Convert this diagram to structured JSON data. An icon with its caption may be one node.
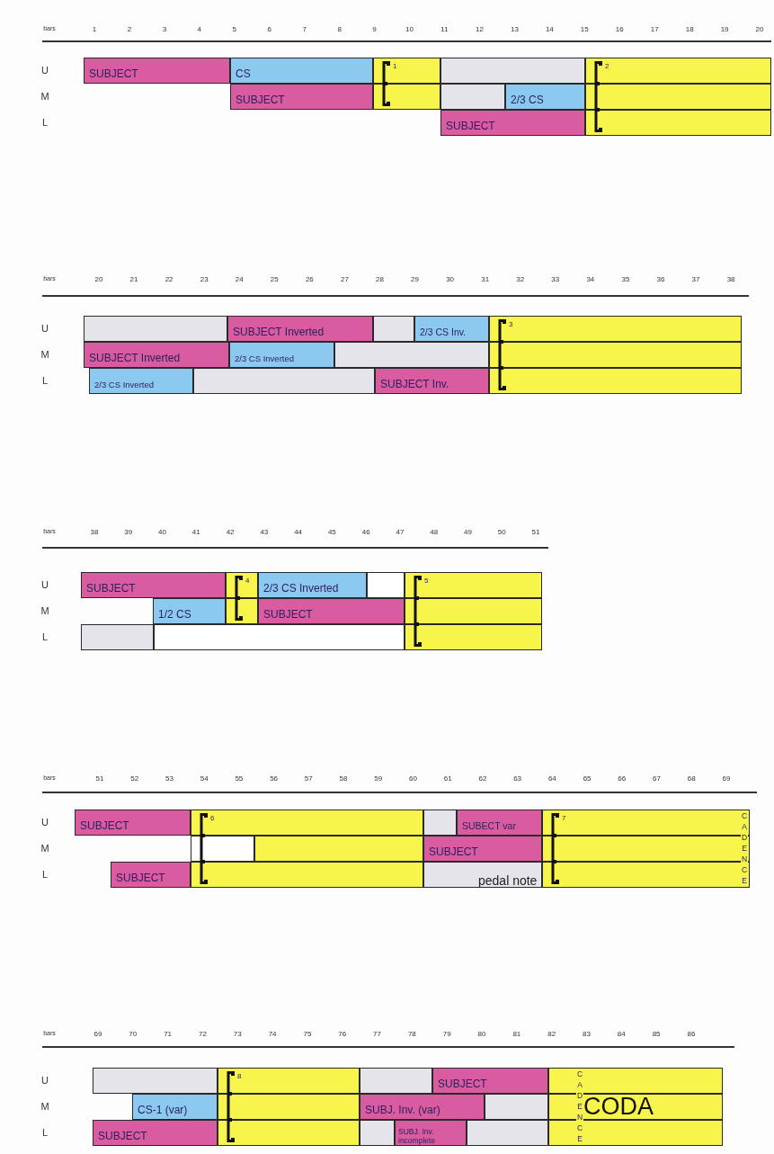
{
  "diagram": {
    "nodes": [
      {
        "text": [
          "SUBJECT"
        ]
      },
      {
        "text": [
          "CS"
        ]
      },
      {
        "text": [
          "1"
        ]
      },
      {
        "text": [],
        "shape": "box"
      },
      {
        "text": [
          "2"
        ]
      },
      {
        "text": [
          "SUBJECT"
        ]
      },
      {
        "text": [],
        "shape": "box"
      },
      {
        "text": [],
        "shape": "box"
      },
      {
        "text": [
          "2/3 CS"
        ]
      },
      {
        "text": [],
        "shape": "box"
      },
      {
        "text": [
          "SUBJECT"
        ]
      },
      {
        "text": [],
        "shape": "box"
      },
      {
        "text": [],
        "shape": "box"
      },
      {
        "text": [
          "SUBJECT Inverted"
        ]
      },
      {
        "text": [],
        "shape": "box"
      },
      {
        "text": [
          "2/3 CS Inv."
        ]
      },
      {
        "text": [
          "3"
        ]
      },
      {
        "text": [
          "SUBJECT Inverted"
        ]
      },
      {
        "text": [
          "2/3 CS Inverted"
        ]
      },
      {
        "text": [],
        "shape": "box"
      },
      {
        "text": [],
        "shape": "box"
      },
      {
        "text": [
          "2/3 CS Inverted"
        ]
      },
      {
        "text": [],
        "shape": "box"
      },
      {
        "text": [
          "SUBJECT Inv."
        ]
      },
      {
        "text": [],
        "shape": "box"
      },
      {
        "text": [
          "SUBJECT"
        ]
      },
      {
        "text": [
          "4"
        ]
      },
      {
        "text": [
          "2/3 CS Inverted"
        ]
      },
      {
        "text": [],
        "shape": "box"
      },
      {
        "text": [
          "5"
        ]
      },
      {
        "text": [
          "1/2 CS"
        ]
      },
      {
        "text": [],
        "shape": "box"
      },
      {
        "text": [
          "SUBJECT"
        ]
      },
      {
        "text": [],
        "shape": "box"
      },
      {
        "text": [],
        "shape": "box"
      },
      {
        "text": [],
        "shape": "box"
      },
      {
        "text": [],
        "shape": "box"
      },
      {
        "text": [
          "SUBJECT"
        ]
      },
      {
        "text": [
          "6"
        ]
      },
      {
        "text": [],
        "shape": "box"
      },
      {
        "text": [
          "SUBECT var"
        ]
      },
      {
        "text": [
          "7"
        ]
      },
      {
        "text": [],
        "shape": "box"
      },
      {
        "text": [],
        "shape": "box"
      },
      {
        "text": [
          "SUBJECT"
        ]
      },
      {
        "text": [],
        "shape": "box"
      },
      {
        "text": [
          "SUBJECT"
        ]
      },
      {
        "text": [],
        "shape": "box"
      },
      {
        "text": [],
        "shape": "box"
      },
      {
        "text": [],
        "shape": "box"
      },
      {
        "text": [],
        "shape": "box"
      },
      {
        "text": [
          "8"
        ]
      },
      {
        "text": [],
        "shape": "box"
      },
      {
        "text": [
          "SUBJECT"
        ]
      },
      {
        "text": [],
        "shape": "box"
      },
      {
        "text": [
          "CS-1 (var)"
        ]
      },
      {
        "text": [],
        "shape": "box"
      },
      {
        "text": [
          "SUBJ. Inv. (var)"
        ]
      },
      {
        "text": [],
        "shape": "box"
      },
      {
        "text": [
          "CODA"
        ]
      },
      {
        "text": [
          "SUBJECT"
        ]
      },
      {
        "text": [],
        "shape": "box"
      },
      {
        "text": [],
        "shape": "box"
      },
      {
        "text": [
          "SUBJ. Inv. incomplete"
        ]
      },
      {
        "text": [],
        "shape": "box"
      },
      {
        "text": [],
        "shape": "box"
      }
    ],
    "labels": [
      "bars",
      "1",
      "2",
      "3",
      "4",
      "5",
      "6",
      "7",
      "8",
      "9",
      "10",
      "11",
      "12",
      "13",
      "14",
      "15",
      "16",
      "17",
      "18",
      "19",
      "20",
      "U",
      "M",
      "L",
      "bars",
      "20",
      "21",
      "22",
      "23",
      "24",
      "25",
      "26",
      "27",
      "28",
      "29",
      "30",
      "31",
      "32",
      "33",
      "34",
      "35",
      "36",
      "37",
      "38",
      "U",
      "M",
      "L",
      "bars",
      "38",
      "39",
      "40",
      "41",
      "42",
      "43",
      "44",
      "45",
      "46",
      "47",
      "48",
      "49",
      "50",
      "51",
      "U",
      "M",
      "L",
      "bars",
      "51",
      "52",
      "53",
      "54",
      "55",
      "56",
      "57",
      "58",
      "59",
      "60",
      "61",
      "62",
      "63",
      "64",
      "65",
      "66",
      "67",
      "68",
      "69",
      "U",
      "M",
      "L",
      "CADENCE",
      "pedal note",
      "bars",
      "69",
      "70",
      "71",
      "72",
      "73",
      "74",
      "75",
      "76",
      "77",
      "78",
      "79",
      "80",
      "81",
      "82",
      "83",
      "84",
      "85",
      "86",
      "U",
      "M",
      "L",
      "CADENCE"
    ]
  }
}
